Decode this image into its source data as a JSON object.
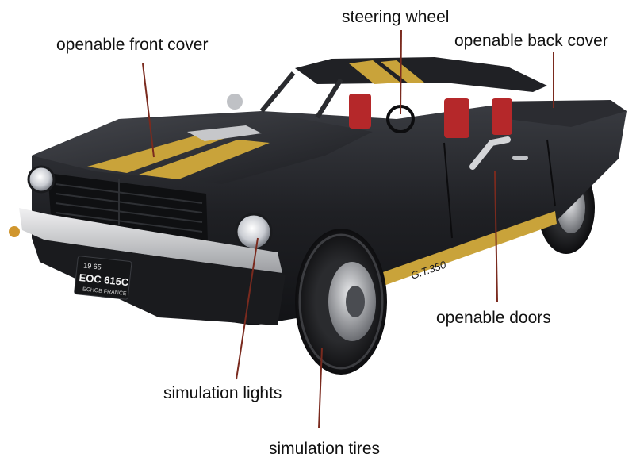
{
  "callouts": {
    "front_cover": "openable front cover",
    "steering_wheel": "steering wheel",
    "back_cover": "openable back cover",
    "doors": "openable doors",
    "lights": "simulation lights",
    "tires": "simulation tires"
  },
  "car": {
    "plate_year": "19  65",
    "plate_number": "EOC 615C",
    "plate_country": "ECHOB FRANCE",
    "side_badge": "G.T.350",
    "colors": {
      "body": "#1c1d21",
      "stripe": "#c9a33a",
      "bumper": "#d7d8da",
      "pointer": "#7a2a1e"
    }
  }
}
